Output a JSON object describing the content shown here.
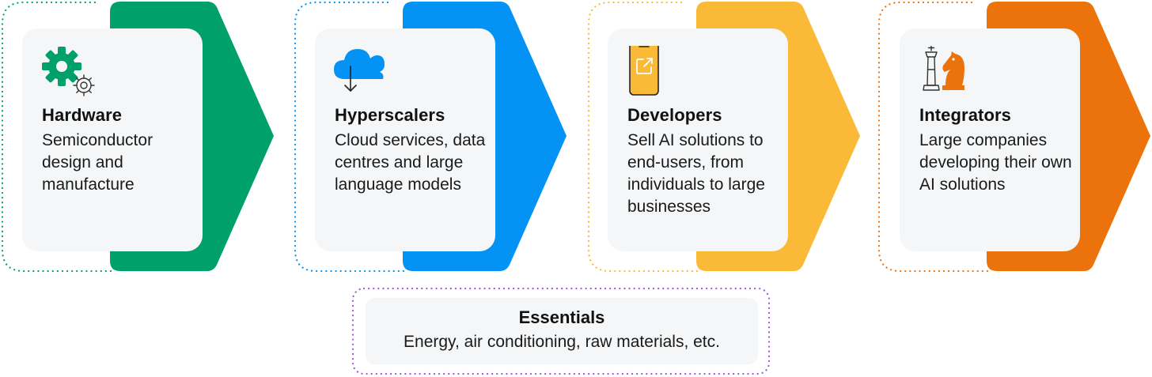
{
  "stages": [
    {
      "key": "hardware",
      "title": "Hardware",
      "description": "Semiconductor design and manufacture",
      "color": "#00a06a",
      "icon": "gears-icon"
    },
    {
      "key": "hyperscalers",
      "title": "Hyperscalers",
      "description": "Cloud services, data centres and large language models",
      "color": "#0592f5",
      "icon": "cloud-download-icon"
    },
    {
      "key": "developers",
      "title": "Developers",
      "description": "Sell AI solutions to end-users, from individuals to large businesses",
      "color": "#fbb938",
      "icon": "smartphone-icon"
    },
    {
      "key": "integrators",
      "title": "Integrators",
      "description": "Large companies developing their own AI solutions",
      "color": "#ec730b",
      "icon": "chess-pieces-icon"
    }
  ],
  "essentials": {
    "title": "Essentials",
    "description": "Energy, air conditioning, raw materials, etc.",
    "color": "#9d55e6"
  }
}
